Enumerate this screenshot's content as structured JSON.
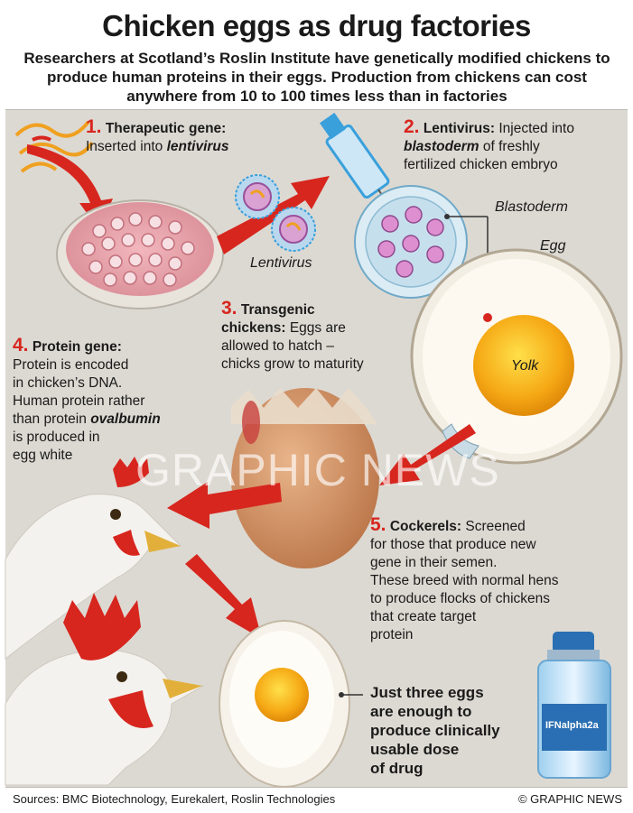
{
  "title": "Chicken eggs as drug factories",
  "subtitle": "Researchers at Scotland’s Roslin Institute have genetically modified chickens to produce human proteins in their eggs. Production from chickens can cost anywhere from 10 to 100 times less than in factories",
  "steps": [
    {
      "num": "1.",
      "title": "Therapeutic gene:",
      "line1": "Inserted into ",
      "em": "lentivirus"
    },
    {
      "num": "2.",
      "title": "Lentivirus:",
      "line1": " Injected into",
      "em": "blastoderm",
      "line2": " of freshly",
      "line3": "fertilized chicken embryo"
    },
    {
      "num": "3.",
      "title": "Transgenic",
      "title2": "chickens:",
      "line1": " Eggs are",
      "line2": "allowed to hatch –",
      "line3": "chicks grow to maturity"
    },
    {
      "num": "4.",
      "title": "Protein gene:",
      "line1": "Protein is encoded",
      "line2": "in chicken’s DNA.",
      "line3": "Human protein rather",
      "line4": "than protein ",
      "em": "ovalbumin",
      "line5": "is produced in",
      "line6": "egg white"
    },
    {
      "num": "5.",
      "title": "Cockerels:",
      "line1": " Screened",
      "line2": "for those that produce new",
      "line3": "gene in their semen.",
      "line4": "These breed with normal hens",
      "line5": "to produce flocks of chickens",
      "line6": "that create target",
      "line7": "protein"
    }
  ],
  "labels": {
    "lentivirus": "Lentivirus",
    "blastoderm": "Blastoderm",
    "egg": "Egg",
    "yolk": "Yolk",
    "vial": "IFNalpha2a"
  },
  "callout": {
    "line1": "Just three eggs",
    "line2": "are enough to",
    "line3": "produce clinically",
    "line4": "usable dose",
    "line5": "of drug"
  },
  "watermark": "GRAPHIC NEWS",
  "footer": {
    "sources": "Sources: BMC Biotechnology, Eurekalert, Roslin Technologies",
    "copyright": "© GRAPHIC NEWS"
  },
  "colors": {
    "accent_red": "#d7261e",
    "panel_bg": "#dcd9d2",
    "cell_pink": "#e8a5b0",
    "yolk": "#f5a814",
    "syringe_blue": "#3aa0dc"
  }
}
